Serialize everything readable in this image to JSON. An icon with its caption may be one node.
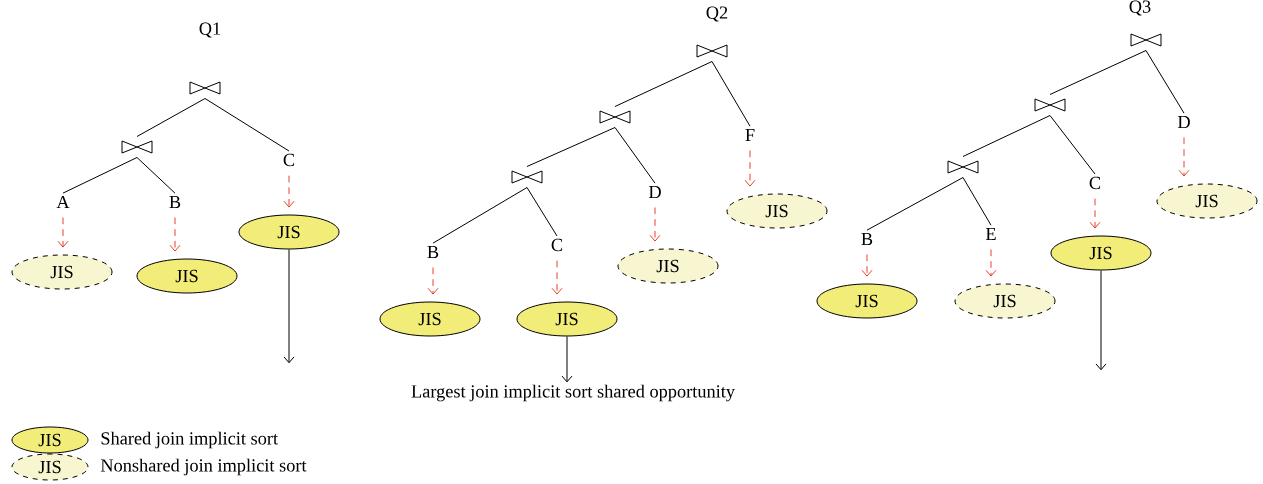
{
  "diagram": {
    "nodes": [
      {
        "text": [],
        "shape": "bowtie"
      },
      {
        "text": [],
        "shape": "bowtie"
      },
      {
        "text": [
          "A"
        ]
      },
      {
        "text": [
          "B"
        ]
      },
      {
        "text": [
          "C"
        ]
      },
      {
        "text": [
          "JIS"
        ]
      },
      {
        "text": [
          "JIS"
        ]
      },
      {
        "text": [
          "JIS"
        ]
      },
      {
        "text": [],
        "shape": "bowtie"
      },
      {
        "text": [],
        "shape": "bowtie"
      },
      {
        "text": [],
        "shape": "bowtie"
      },
      {
        "text": [
          "B"
        ]
      },
      {
        "text": [
          "C"
        ]
      },
      {
        "text": [
          "D"
        ]
      },
      {
        "text": [
          "F"
        ]
      },
      {
        "text": [
          "JIS"
        ]
      },
      {
        "text": [
          "JIS"
        ]
      },
      {
        "text": [
          "JIS"
        ]
      },
      {
        "text": [
          "JIS"
        ]
      },
      {
        "text": [
          "Largest join implicit sort shared opportunity"
        ]
      },
      {
        "text": [],
        "shape": "bowtie"
      },
      {
        "text": [],
        "shape": "bowtie"
      },
      {
        "text": [],
        "shape": "bowtie"
      },
      {
        "text": [
          "B"
        ]
      },
      {
        "text": [
          "E"
        ]
      },
      {
        "text": [
          "C"
        ]
      },
      {
        "text": [
          "D"
        ]
      },
      {
        "text": [
          "JIS"
        ]
      },
      {
        "text": [
          "JIS"
        ]
      },
      {
        "text": [
          "JIS"
        ]
      },
      {
        "text": [
          "JIS"
        ]
      }
    ],
    "edges": [
      {
        "from": 0,
        "to": 1,
        "arrow": "none"
      },
      {
        "from": 0,
        "to": 4,
        "arrow": "none"
      },
      {
        "from": 1,
        "to": 2,
        "arrow": "none"
      },
      {
        "from": 1,
        "to": 3,
        "arrow": "none"
      },
      {
        "from": 2,
        "to": 5,
        "arrow": "to",
        "style": "dashed",
        "color": "#e8412c"
      },
      {
        "from": 3,
        "to": 6,
        "arrow": "to",
        "style": "dashed",
        "color": "#e8412c"
      },
      {
        "from": 4,
        "to": 7,
        "arrow": "to",
        "style": "dashed",
        "color": "#e8412c"
      },
      {
        "from": 7,
        "to": null,
        "arrow": "to"
      },
      {
        "from": 8,
        "to": 9,
        "arrow": "none"
      },
      {
        "from": 8,
        "to": 14,
        "arrow": "none"
      },
      {
        "from": 9,
        "to": 10,
        "arrow": "none"
      },
      {
        "from": 9,
        "to": 13,
        "arrow": "none"
      },
      {
        "from": 10,
        "to": 11,
        "arrow": "none"
      },
      {
        "from": 10,
        "to": 12,
        "arrow": "none"
      },
      {
        "from": 11,
        "to": 15,
        "arrow": "to",
        "style": "dashed",
        "color": "#e8412c"
      },
      {
        "from": 12,
        "to": 16,
        "arrow": "to",
        "style": "dashed",
        "color": "#e8412c"
      },
      {
        "from": 13,
        "to": 17,
        "arrow": "to",
        "style": "dashed",
        "color": "#e8412c"
      },
      {
        "from": 14,
        "to": 18,
        "arrow": "to",
        "style": "dashed",
        "color": "#e8412c"
      },
      {
        "from": 16,
        "to": 19,
        "arrow": "to"
      },
      {
        "from": 20,
        "to": 21,
        "arrow": "none"
      },
      {
        "from": 20,
        "to": 26,
        "arrow": "none"
      },
      {
        "from": 21,
        "to": 22,
        "arrow": "none"
      },
      {
        "from": 21,
        "to": 25,
        "arrow": "none"
      },
      {
        "from": 22,
        "to": 23,
        "arrow": "none"
      },
      {
        "from": 22,
        "to": 24,
        "arrow": "none"
      },
      {
        "from": 23,
        "to": 27,
        "arrow": "to",
        "style": "dashed",
        "color": "#e8412c"
      },
      {
        "from": 24,
        "to": 28,
        "arrow": "to",
        "style": "dashed",
        "color": "#e8412c"
      },
      {
        "from": 25,
        "to": 29,
        "arrow": "to",
        "style": "dashed",
        "color": "#e8412c"
      },
      {
        "from": 26,
        "to": 30,
        "arrow": "to",
        "style": "dashed",
        "color": "#e8412c"
      },
      {
        "from": 29,
        "to": null,
        "arrow": "to"
      }
    ],
    "labels": [
      "Q1",
      "Q2",
      "Q3",
      "JIS",
      "JIS"
    ],
    "legend": [
      {
        "text": "Shared join implicit sort",
        "color": "#f2ec78"
      },
      {
        "text": "Nonshared join implicit sort",
        "color": "#f8f6d0"
      }
    ]
  }
}
